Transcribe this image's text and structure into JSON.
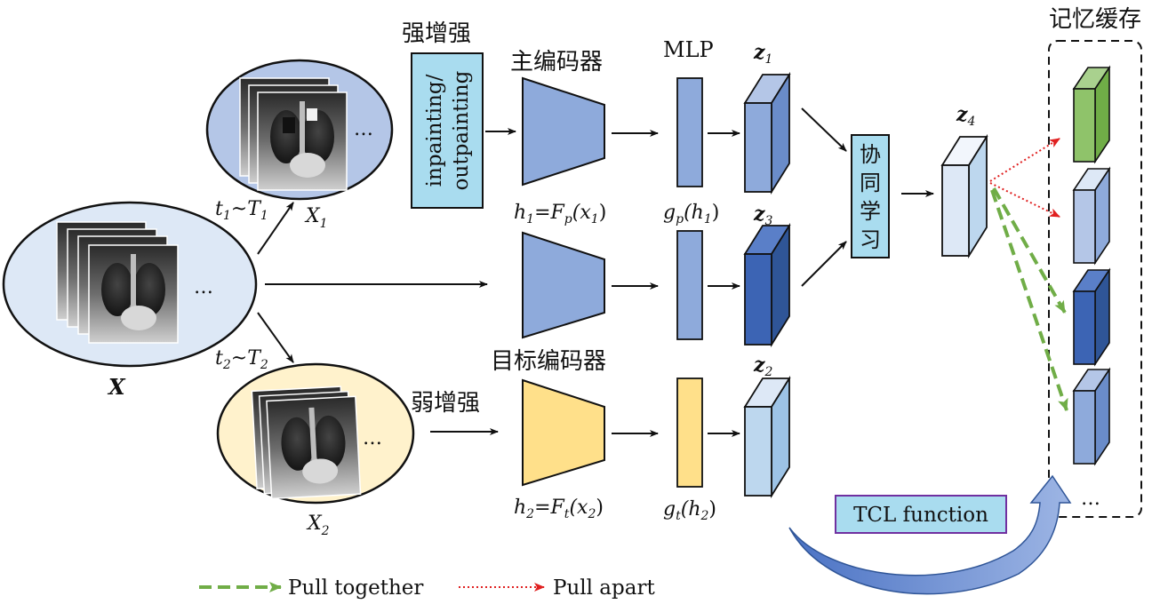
{
  "title_strong_aug": "强增强",
  "aug_box_line1": "inpainting/",
  "aug_box_line2": "outpainting",
  "main_encoder": "主编码器",
  "target_encoder": "目标编码器",
  "mlp": "MLP",
  "collab_learning": [
    "协",
    "同",
    "学",
    "习"
  ],
  "memory_cache": "记忆缓存",
  "weak_aug": "弱增强",
  "tcl_function": "TCL function",
  "label_X": "X",
  "label_X1": "X",
  "label_X1_sub": "1",
  "label_X2": "X",
  "label_X2_sub": "2",
  "t1": {
    "t": "t",
    "t_sub": "1",
    "T": "T",
    "T_sub": "1"
  },
  "t2": {
    "t": "t",
    "t_sub": "2",
    "T": "T",
    "T_sub": "2"
  },
  "h1": {
    "h": "h",
    "sub": "1",
    "rest": "=F",
    "p": "p",
    "x": "(x",
    "xsub": "1",
    "close": ")"
  },
  "h2": {
    "h": "h",
    "sub": "2",
    "rest": "=F",
    "p": "t",
    "x": "(x",
    "xsub": "2",
    "close": ")"
  },
  "g1": {
    "g": "g",
    "gsub": "p",
    "arg": "(h",
    "argsub": "1",
    "close": ")"
  },
  "g2": {
    "g": "g",
    "gsub": "t",
    "arg": "(h",
    "argsub": "2",
    "close": ")"
  },
  "z1": {
    "z": "z",
    "sub": "1"
  },
  "z2": {
    "z": "z",
    "sub": "2"
  },
  "z3": {
    "z": "z",
    "sub": "3"
  },
  "z4": {
    "z": "z",
    "sub": "4"
  },
  "ellipsis": "…",
  "legend": {
    "pull_together": "Pull together",
    "pull_apart": "Pull apart"
  },
  "colors": {
    "encoder_blue": "#8eaadb",
    "encoder_yellow": "#ffe08a",
    "aug_box": "#a9dcef",
    "tcl_border": "#7030a0",
    "ellipse_blue": "#b4c6e7",
    "ellipse_lightblue": "#dde8f6",
    "ellipse_yellow": "#fff2cc",
    "green": "#70ad47",
    "red": "#e02020"
  }
}
